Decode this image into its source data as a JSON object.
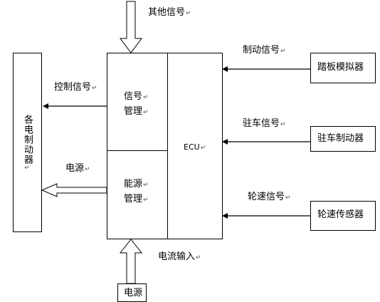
{
  "inputs_top_label": "其他信号",
  "left": {
    "brakes_label": "各电制动器",
    "control_signal_label": "控制信号",
    "power_label": "电源"
  },
  "ecu": {
    "signal_mgmt_label_line1": "信号",
    "signal_mgmt_label_line2": "管理",
    "energy_mgmt_label_line1": "能源",
    "energy_mgmt_label_line2": "管理",
    "ecu_label": "ECU"
  },
  "right": {
    "brake_signal_label": "制动信号",
    "pedal_simulator_label": "踏板模拟器",
    "parking_signal_label": "驻车信号",
    "parking_brake_label": "驻车制动器",
    "wheel_speed_signal_label": "轮速信号",
    "wheel_speed_sensor_label": "轮速传感器"
  },
  "bottom": {
    "current_input_label": "电流输入",
    "power_source_label": "电源"
  },
  "paragraph_mark": "↵"
}
